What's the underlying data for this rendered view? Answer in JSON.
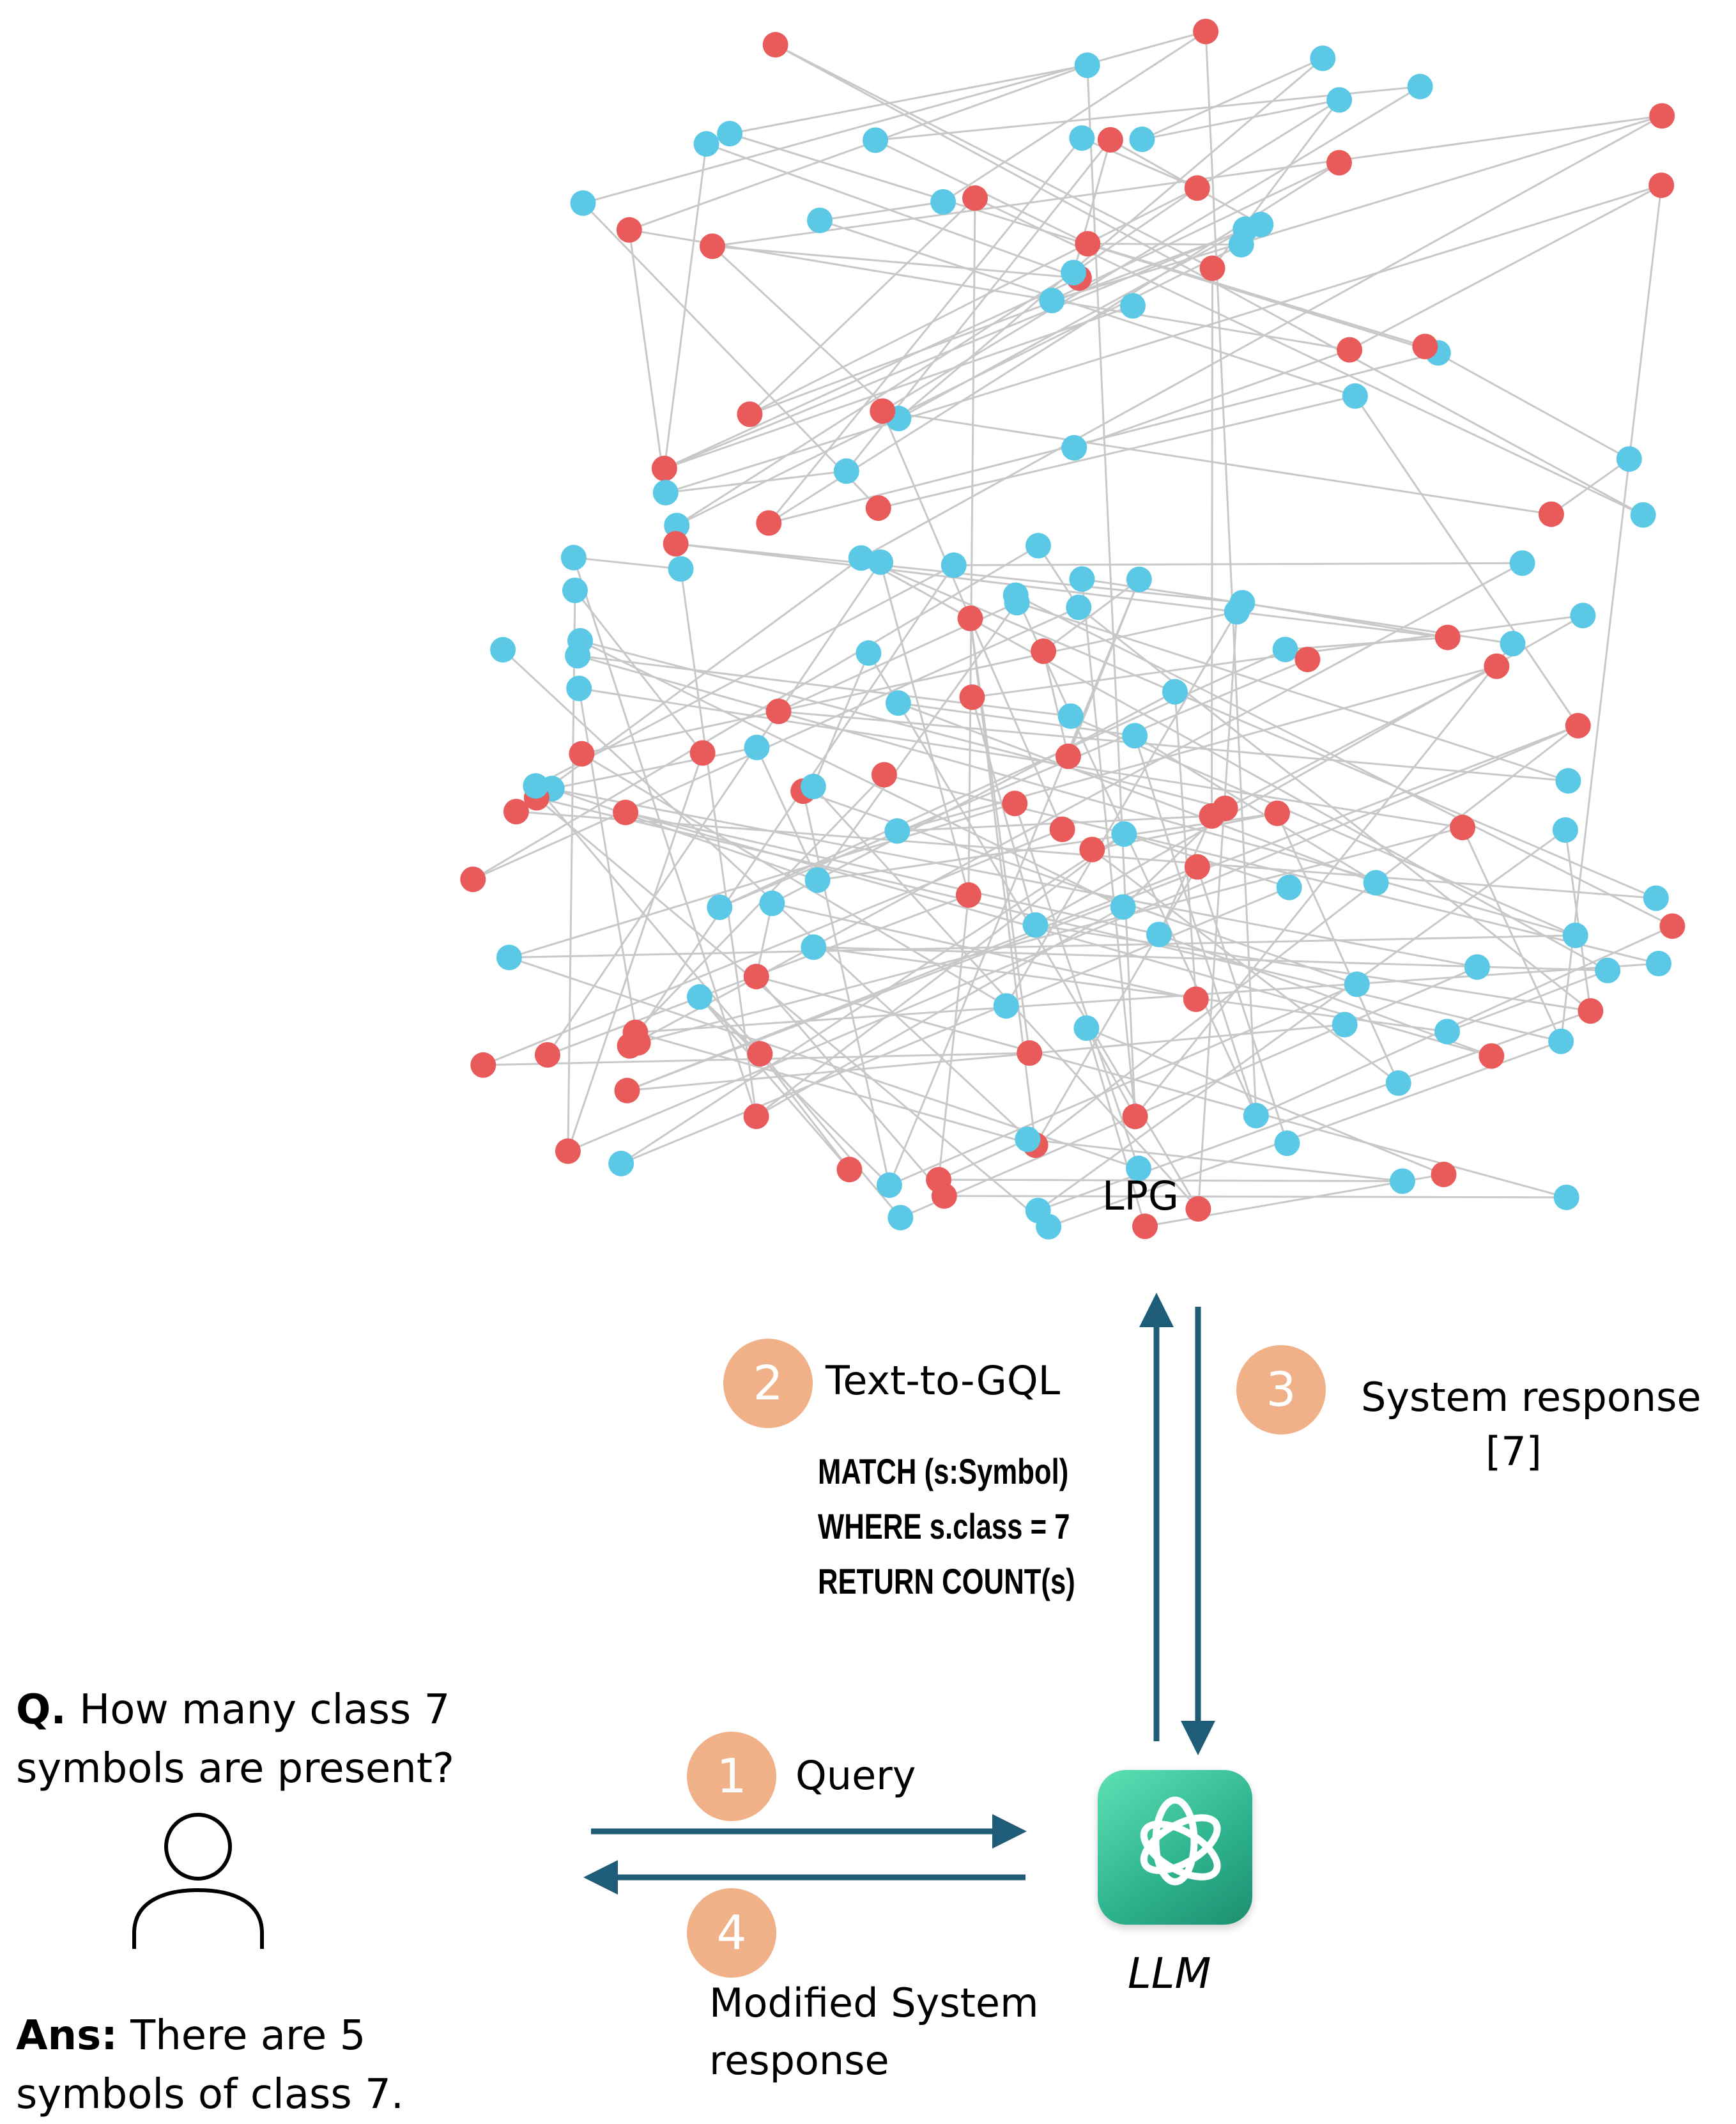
{
  "graph": {
    "label": "LPG",
    "colors": {
      "red": "#e95b5b",
      "blue": "#5bc8e6",
      "edge": "#c8c8c8"
    },
    "nodes": [
      {
        "id": 1,
        "c": "blue"
      },
      {
        "id": 2,
        "c": "blue"
      },
      {
        "id": 3,
        "c": "red"
      },
      {
        "id": 4,
        "c": "red"
      },
      {
        "id": 5,
        "c": "blue"
      },
      {
        "id": 6,
        "c": "blue"
      },
      {
        "id": 7,
        "c": "blue"
      },
      {
        "id": 8,
        "c": "blue"
      },
      {
        "id": 9,
        "c": "blue"
      },
      {
        "id": 10,
        "c": "red"
      },
      {
        "id": 11,
        "c": "red"
      },
      {
        "id": 12,
        "c": "blue"
      },
      {
        "id": 13,
        "c": "red"
      },
      {
        "id": 14,
        "c": "red"
      },
      {
        "id": 15,
        "c": "blue"
      },
      {
        "id": 16,
        "c": "red"
      },
      {
        "id": 17,
        "c": "red"
      },
      {
        "id": 18,
        "c": "blue"
      },
      {
        "id": 19,
        "c": "red"
      },
      {
        "id": 20,
        "c": "red"
      },
      {
        "id": 21,
        "c": "red"
      },
      {
        "id": 22,
        "c": "blue"
      },
      {
        "id": 23,
        "c": "blue"
      },
      {
        "id": 24,
        "c": "red"
      },
      {
        "id": 25,
        "c": "blue"
      },
      {
        "id": 26,
        "c": "blue"
      },
      {
        "id": 27,
        "c": "blue"
      },
      {
        "id": 28,
        "c": "blue"
      },
      {
        "id": 29,
        "c": "red"
      },
      {
        "id": 30,
        "c": "red"
      },
      {
        "id": 31,
        "c": "red"
      },
      {
        "id": 32,
        "c": "blue"
      },
      {
        "id": 33,
        "c": "blue"
      },
      {
        "id": 34,
        "c": "red"
      },
      {
        "id": 35,
        "c": "blue"
      },
      {
        "id": 36,
        "c": "blue"
      },
      {
        "id": 37,
        "c": "red"
      },
      {
        "id": 38,
        "c": "red"
      },
      {
        "id": 39,
        "c": "blue"
      },
      {
        "id": 40,
        "c": "red"
      },
      {
        "id": 41,
        "c": "red"
      },
      {
        "id": 42,
        "c": "blue"
      },
      {
        "id": 43,
        "c": "blue"
      },
      {
        "id": 44,
        "c": "blue"
      },
      {
        "id": 45,
        "c": "red"
      },
      {
        "id": 46,
        "c": "blue"
      },
      {
        "id": 47,
        "c": "blue"
      },
      {
        "id": 48,
        "c": "blue"
      },
      {
        "id": 49,
        "c": "red"
      },
      {
        "id": 50,
        "c": "red"
      },
      {
        "id": 51,
        "c": "red"
      },
      {
        "id": 52,
        "c": "red"
      },
      {
        "id": 53,
        "c": "blue"
      },
      {
        "id": 54,
        "c": "blue"
      },
      {
        "id": 55,
        "c": "blue"
      },
      {
        "id": 56,
        "c": "red"
      },
      {
        "id": 57,
        "c": "blue"
      },
      {
        "id": 58,
        "c": "blue"
      },
      {
        "id": 59,
        "c": "red"
      },
      {
        "id": 60,
        "c": "blue"
      },
      {
        "id": 61,
        "c": "blue"
      },
      {
        "id": 62,
        "c": "blue"
      },
      {
        "id": 63,
        "c": "blue"
      },
      {
        "id": 64,
        "c": "blue"
      },
      {
        "id": 65,
        "c": "red"
      },
      {
        "id": 66,
        "c": "red"
      },
      {
        "id": 67,
        "c": "blue"
      },
      {
        "id": 68,
        "c": "red"
      },
      {
        "id": 69,
        "c": "red"
      },
      {
        "id": 70,
        "c": "red"
      },
      {
        "id": 71,
        "c": "red"
      },
      {
        "id": 72,
        "c": "blue"
      },
      {
        "id": 73,
        "c": "blue"
      },
      {
        "id": 74,
        "c": "red"
      },
      {
        "id": 75,
        "c": "red"
      },
      {
        "id": 76,
        "c": "blue"
      },
      {
        "id": 77,
        "c": "red"
      },
      {
        "id": 78,
        "c": "blue"
      },
      {
        "id": 79,
        "c": "red"
      },
      {
        "id": 80,
        "c": "blue"
      },
      {
        "id": 81,
        "c": "blue"
      },
      {
        "id": 82,
        "c": "blue"
      },
      {
        "id": 83,
        "c": "blue"
      },
      {
        "id": 84,
        "c": "red"
      },
      {
        "id": 85,
        "c": "blue"
      },
      {
        "id": 86,
        "c": "blue"
      },
      {
        "id": 87,
        "c": "blue"
      },
      {
        "id": 88,
        "c": "red"
      },
      {
        "id": 89,
        "c": "red"
      },
      {
        "id": 90,
        "c": "blue"
      },
      {
        "id": 91,
        "c": "blue"
      },
      {
        "id": 92,
        "c": "red"
      },
      {
        "id": 93,
        "c": "red"
      },
      {
        "id": 94,
        "c": "blue"
      },
      {
        "id": 95,
        "c": "red"
      },
      {
        "id": 96,
        "c": "blue"
      },
      {
        "id": 97,
        "c": "red"
      },
      {
        "id": 98,
        "c": "blue"
      },
      {
        "id": 99,
        "c": "blue"
      },
      {
        "id": 100,
        "c": "red"
      },
      {
        "id": 101,
        "c": "blue"
      },
      {
        "id": 102,
        "c": "blue"
      },
      {
        "id": 103,
        "c": "blue"
      },
      {
        "id": 104,
        "c": "red"
      },
      {
        "id": 105,
        "c": "blue"
      },
      {
        "id": 106,
        "c": "red"
      },
      {
        "id": 107,
        "c": "red"
      },
      {
        "id": 108,
        "c": "red"
      },
      {
        "id": 109,
        "c": "red"
      },
      {
        "id": 110,
        "c": "blue"
      },
      {
        "id": 111,
        "c": "blue"
      },
      {
        "id": 112,
        "c": "blue"
      },
      {
        "id": 113,
        "c": "blue"
      },
      {
        "id": 114,
        "c": "red"
      },
      {
        "id": 115,
        "c": "blue"
      },
      {
        "id": 116,
        "c": "red"
      },
      {
        "id": 117,
        "c": "blue"
      },
      {
        "id": 118,
        "c": "blue"
      },
      {
        "id": 119,
        "c": "red"
      },
      {
        "id": 120,
        "c": "blue"
      },
      {
        "id": 121,
        "c": "red"
      },
      {
        "id": 122,
        "c": "blue"
      },
      {
        "id": 123,
        "c": "blue"
      },
      {
        "id": 124,
        "c": "blue"
      },
      {
        "id": 125,
        "c": "blue"
      },
      {
        "id": 126,
        "c": "red"
      },
      {
        "id": 127,
        "c": "blue"
      },
      {
        "id": 128,
        "c": "red"
      },
      {
        "id": 129,
        "c": "red"
      },
      {
        "id": 130,
        "c": "blue"
      },
      {
        "id": 131,
        "c": "red"
      },
      {
        "id": 132,
        "c": "red"
      },
      {
        "id": 133,
        "c": "blue"
      },
      {
        "id": 134,
        "c": "blue"
      },
      {
        "id": 135,
        "c": "blue"
      },
      {
        "id": 136,
        "c": "blue"
      },
      {
        "id": 137,
        "c": "blue"
      },
      {
        "id": 138,
        "c": "red"
      },
      {
        "id": 139,
        "c": "blue"
      },
      {
        "id": 140,
        "c": "red"
      },
      {
        "id": 141,
        "c": "blue"
      },
      {
        "id": 142,
        "c": "red"
      },
      {
        "id": 143,
        "c": "red"
      },
      {
        "id": 144,
        "c": "blue"
      },
      {
        "id": 145,
        "c": "red"
      },
      {
        "id": 146,
        "c": "blue"
      },
      {
        "id": 147,
        "c": "red"
      },
      {
        "id": 148,
        "c": "blue"
      },
      {
        "id": 149,
        "c": "blue"
      },
      {
        "id": 150,
        "c": "blue"
      },
      {
        "id": 151,
        "c": "blue"
      },
      {
        "id": 152,
        "c": "red"
      },
      {
        "id": 153,
        "c": "blue"
      },
      {
        "id": 154,
        "c": "blue"
      },
      {
        "id": 155,
        "c": "blue"
      },
      {
        "id": 156,
        "c": "blue"
      },
      {
        "id": 157,
        "c": "red"
      },
      {
        "id": 158,
        "c": "red"
      },
      {
        "id": 159,
        "c": "blue"
      },
      {
        "id": 160,
        "c": "blue"
      },
      {
        "id": 161,
        "c": "red"
      },
      {
        "id": 162,
        "c": "blue"
      },
      {
        "id": 163,
        "c": "red"
      },
      {
        "id": 164,
        "c": "blue"
      },
      {
        "id": 165,
        "c": "blue"
      },
      {
        "id": 166,
        "c": "red"
      },
      {
        "id": 167,
        "c": "blue"
      }
    ],
    "edges": [
      [
        1,
        4
      ],
      [
        2,
        3
      ],
      [
        3,
        4
      ],
      [
        4,
        5
      ],
      [
        5,
        6
      ],
      [
        6,
        7
      ],
      [
        7,
        8
      ],
      [
        8,
        9
      ],
      [
        9,
        10
      ],
      [
        10,
        11
      ],
      [
        11,
        12
      ],
      [
        3,
        13
      ],
      [
        13,
        14
      ],
      [
        14,
        15
      ],
      [
        15,
        16
      ],
      [
        16,
        17
      ],
      [
        17,
        18
      ],
      [
        18,
        19
      ],
      [
        19,
        20
      ],
      [
        20,
        21
      ],
      [
        21,
        12
      ],
      [
        22,
        23
      ],
      [
        23,
        24
      ],
      [
        24,
        25
      ],
      [
        25,
        20
      ],
      [
        26,
        27
      ],
      [
        27,
        28
      ],
      [
        28,
        29
      ],
      [
        29,
        30
      ],
      [
        30,
        31
      ],
      [
        31,
        22
      ],
      [
        32,
        24
      ],
      [
        33,
        30
      ],
      [
        34,
        35
      ],
      [
        35,
        36
      ],
      [
        36,
        37
      ],
      [
        37,
        38
      ],
      [
        38,
        39
      ],
      [
        39,
        40
      ],
      [
        40,
        34
      ],
      [
        41,
        42
      ],
      [
        42,
        43
      ],
      [
        43,
        44
      ],
      [
        44,
        45
      ],
      [
        45,
        46
      ],
      [
        46,
        41
      ],
      [
        34,
        47
      ],
      [
        47,
        48
      ],
      [
        48,
        32
      ],
      [
        6,
        13
      ],
      [
        2,
        4
      ],
      [
        9,
        19
      ],
      [
        19,
        32
      ],
      [
        29,
        22
      ],
      [
        17,
        26
      ],
      [
        49,
        50
      ],
      [
        50,
        51
      ],
      [
        51,
        52
      ],
      [
        52,
        49
      ],
      [
        53,
        49
      ],
      [
        54,
        51
      ],
      [
        55,
        50
      ],
      [
        56,
        57
      ],
      [
        57,
        58
      ],
      [
        58,
        56
      ],
      [
        59,
        60
      ],
      [
        60,
        61
      ],
      [
        61,
        59
      ],
      [
        62,
        63
      ],
      [
        63,
        64
      ],
      [
        64,
        62
      ],
      [
        65,
        66
      ],
      [
        66,
        67
      ],
      [
        67,
        65
      ],
      [
        68,
        69
      ],
      [
        69,
        70
      ],
      [
        70,
        71
      ],
      [
        71,
        68
      ],
      [
        72,
        73
      ],
      [
        73,
        74
      ],
      [
        74,
        72
      ],
      [
        75,
        76
      ],
      [
        76,
        77
      ],
      [
        77,
        75
      ],
      [
        78,
        79
      ],
      [
        79,
        80
      ],
      [
        80,
        78
      ],
      [
        81,
        82
      ],
      [
        82,
        83
      ],
      [
        83,
        81
      ],
      [
        84,
        85
      ],
      [
        85,
        86
      ],
      [
        86,
        84
      ],
      [
        87,
        88
      ],
      [
        88,
        89
      ],
      [
        89,
        87
      ],
      [
        90,
        91
      ],
      [
        91,
        92
      ],
      [
        92,
        90
      ],
      [
        93,
        94
      ],
      [
        94,
        95
      ],
      [
        95,
        93
      ],
      [
        96,
        97
      ],
      [
        97,
        98
      ],
      [
        98,
        96
      ],
      [
        99,
        100
      ],
      [
        100,
        101
      ],
      [
        101,
        99
      ],
      [
        102,
        103
      ],
      [
        103,
        104
      ],
      [
        104,
        102
      ],
      [
        105,
        106
      ],
      [
        106,
        107
      ],
      [
        107,
        105
      ],
      [
        108,
        109
      ],
      [
        109,
        110
      ],
      [
        110,
        108
      ],
      [
        111,
        112
      ],
      [
        112,
        113
      ],
      [
        113,
        111
      ],
      [
        114,
        115
      ],
      [
        115,
        116
      ],
      [
        116,
        114
      ],
      [
        117,
        118
      ],
      [
        118,
        119
      ],
      [
        119,
        117
      ],
      [
        120,
        121
      ],
      [
        121,
        122
      ],
      [
        122,
        120
      ],
      [
        123,
        124
      ],
      [
        124,
        125
      ],
      [
        125,
        123
      ],
      [
        126,
        127
      ],
      [
        127,
        128
      ],
      [
        128,
        126
      ],
      [
        129,
        130
      ],
      [
        130,
        131
      ],
      [
        131,
        129
      ],
      [
        132,
        133
      ],
      [
        133,
        134
      ],
      [
        134,
        132
      ],
      [
        135,
        136
      ],
      [
        136,
        137
      ],
      [
        137,
        135
      ],
      [
        138,
        139
      ],
      [
        139,
        140
      ],
      [
        140,
        138
      ],
      [
        141,
        142
      ],
      [
        142,
        143
      ],
      [
        143,
        141
      ],
      [
        144,
        145
      ],
      [
        145,
        146
      ],
      [
        146,
        144
      ],
      [
        147,
        148
      ],
      [
        148,
        149
      ],
      [
        149,
        147
      ],
      [
        150,
        151
      ],
      [
        151,
        152
      ],
      [
        152,
        150
      ],
      [
        153,
        154
      ],
      [
        154,
        155
      ],
      [
        155,
        153
      ],
      [
        156,
        157
      ],
      [
        157,
        158
      ],
      [
        158,
        156
      ],
      [
        159,
        160
      ],
      [
        160,
        161
      ],
      [
        161,
        159
      ],
      [
        162,
        163
      ],
      [
        163,
        164
      ],
      [
        164,
        162
      ],
      [
        165,
        166
      ],
      [
        166,
        167
      ],
      [
        167,
        165
      ],
      [
        49,
        68
      ],
      [
        52,
        75
      ],
      [
        56,
        81
      ],
      [
        59,
        87
      ],
      [
        62,
        93
      ],
      [
        65,
        99
      ],
      [
        72,
        105
      ],
      [
        78,
        111
      ],
      [
        84,
        117
      ],
      [
        90,
        123
      ],
      [
        96,
        129
      ],
      [
        102,
        135
      ],
      [
        108,
        141
      ],
      [
        114,
        147
      ],
      [
        120,
        153
      ],
      [
        126,
        159
      ],
      [
        132,
        165
      ],
      [
        138,
        49
      ],
      [
        144,
        56
      ],
      [
        150,
        62
      ],
      [
        156,
        72
      ],
      [
        162,
        84
      ],
      [
        37,
        68
      ],
      [
        44,
        52
      ],
      [
        28,
        59
      ],
      [
        41,
        90
      ],
      [
        31,
        96
      ],
      [
        14,
        102
      ],
      [
        10,
        108
      ],
      [
        21,
        114
      ]
    ]
  },
  "steps": [
    {
      "num": "1",
      "label": "Query"
    },
    {
      "num": "2",
      "label": "Text-to-GQL"
    },
    {
      "num": "3",
      "label": "System response"
    },
    {
      "num": "4",
      "label": "Modified System response"
    }
  ],
  "step4_lines": [
    "Modified System",
    "response"
  ],
  "gql": [
    "MATCH (s:Symbol)",
    "WHERE s.class = 7",
    "RETURN COUNT(s)"
  ],
  "system_response_value": "[7]",
  "question": {
    "prefix": "Q.",
    "line1": " How many class 7",
    "line2": "symbols are present?"
  },
  "answer": {
    "prefix": "Ans:",
    "line1": " There are 5",
    "line2": "symbols of class 7."
  },
  "llm_label": "LLM",
  "arrow_color": "#1f5c78",
  "badge_color": "#f0b088"
}
